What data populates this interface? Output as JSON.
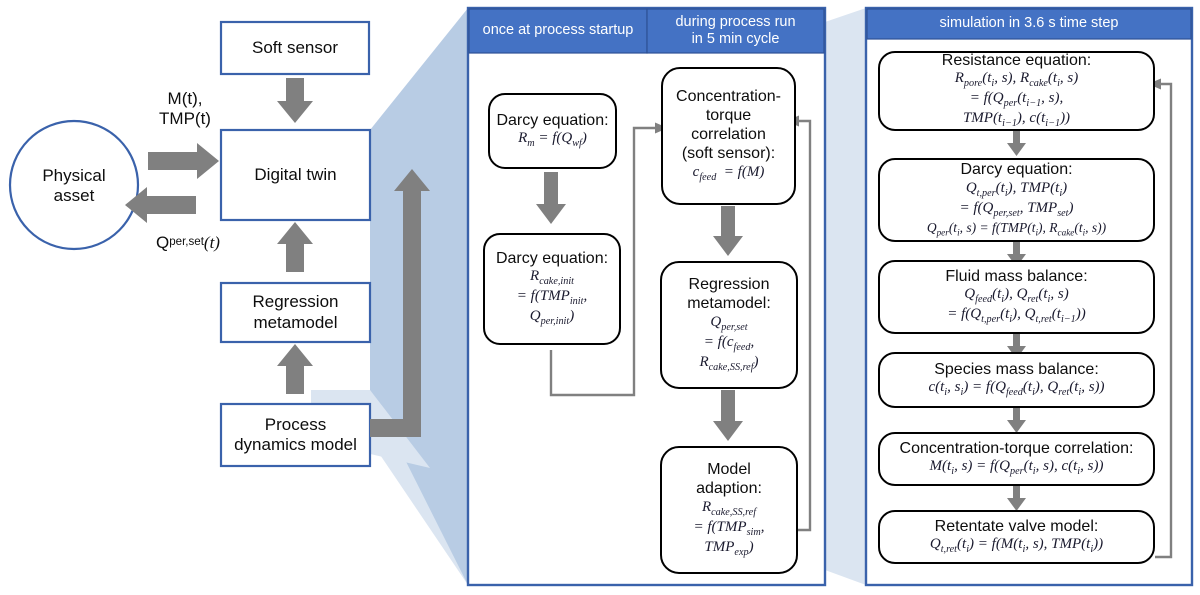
{
  "diagram": {
    "title": "Digital twin architecture for membrane filtration process",
    "colors": {
      "header_blue": "#4472C4",
      "box_border_blue": "#3A62AB",
      "wedge_blue": "#B8CCE4",
      "wedge_light": "#DBE5F1",
      "arrow_gray": "#808080",
      "connector_gray": "#808080",
      "box_border_black": "#000000",
      "background": "#FFFFFF"
    }
  },
  "left_panel": {
    "physical_asset": {
      "line1": "Physical",
      "line2": "asset"
    },
    "soft_sensor": {
      "label": "Soft sensor"
    },
    "digital_twin": {
      "label": "Digital twin"
    },
    "regression_metamodel": {
      "line1": "Regression",
      "line2": "metamodel"
    },
    "process_dynamics_model": {
      "line1": "Process",
      "line2": "dynamics model"
    },
    "signal_up": {
      "line1": "M(t),",
      "line2": "TMP(t)"
    },
    "signal_down": {
      "base": "Q",
      "sub": "per,set",
      "arg": "(t)"
    }
  },
  "middle_panel": {
    "headers": [
      {
        "label": "once at process startup"
      },
      {
        "line1": "during process run",
        "line2": "in 5 min cycle"
      }
    ],
    "boxes": [
      {
        "id": "darcy-membrane",
        "title": "Darcy equation:",
        "equation_lines": [
          "R_m = f(Q_wf)"
        ]
      },
      {
        "id": "darcy-cake-init",
        "title": "Darcy equation:",
        "equation_lines": [
          "R_cake,init",
          "= f(TMP_init,",
          "Q_per,init)"
        ]
      },
      {
        "id": "concentration-torque-soft-sensor",
        "title_lines": [
          "Concentration-",
          "torque",
          "correlation",
          "(soft sensor):"
        ],
        "equation_lines": [
          "c_feed  = f(M)"
        ]
      },
      {
        "id": "regression-metamodel",
        "title_lines": [
          "Regression",
          "metamodel:"
        ],
        "equation_lines": [
          "Q_per,set",
          "= f(c_feed,",
          "R_cake,SS,ref)"
        ]
      },
      {
        "id": "model-adaption",
        "title_lines": [
          "Model",
          "adaption:"
        ],
        "equation_lines": [
          "R_cake,SS,ref",
          "= f(TMP_sim,",
          "TMP_exp)"
        ]
      }
    ]
  },
  "right_panel": {
    "header": {
      "label": "simulation in 3.6 s time step"
    },
    "boxes": [
      {
        "id": "resistance-equation",
        "title": "Resistance equation:",
        "equation_lines": [
          "R_pore(t_i, s), R_cake(t_i, s)",
          "= f(Q_per(t_i-1, s),",
          "TMP(t_i-1), c(t_i-1))"
        ]
      },
      {
        "id": "darcy-equation",
        "title": "Darcy equation:",
        "equation_lines": [
          "Q_t,per(t_i), TMP(t_i)",
          "= f(Q_per,set, TMP_set)",
          "Q_per(t_i, s) = f(TMP(t_i), R_cake(t_i, s))"
        ]
      },
      {
        "id": "fluid-mass-balance",
        "title": "Fluid mass balance:",
        "equation_lines": [
          "Q_feed(t_i), Q_ret(t_i, s)",
          "= f(Q_t,per(t_i), Q_t,ret(t_i-1))"
        ]
      },
      {
        "id": "species-mass-balance",
        "title": "Species mass balance:",
        "equation_lines": [
          "c(t_i, s_i) = f(Q_feed(t_i), Q_ret(t_i, s))"
        ]
      },
      {
        "id": "concentration-torque-correlation",
        "title": "Concentration-torque correlation:",
        "equation_lines": [
          "M(t_i, s) = f(Q_per(t_i, s), c(t_i, s))"
        ]
      },
      {
        "id": "retentate-valve-model",
        "title": "Retentate valve model:",
        "equation_lines": [
          "Q_t,ret(t_i) = f(M(t_i, s), TMP(t_i))"
        ]
      }
    ]
  }
}
